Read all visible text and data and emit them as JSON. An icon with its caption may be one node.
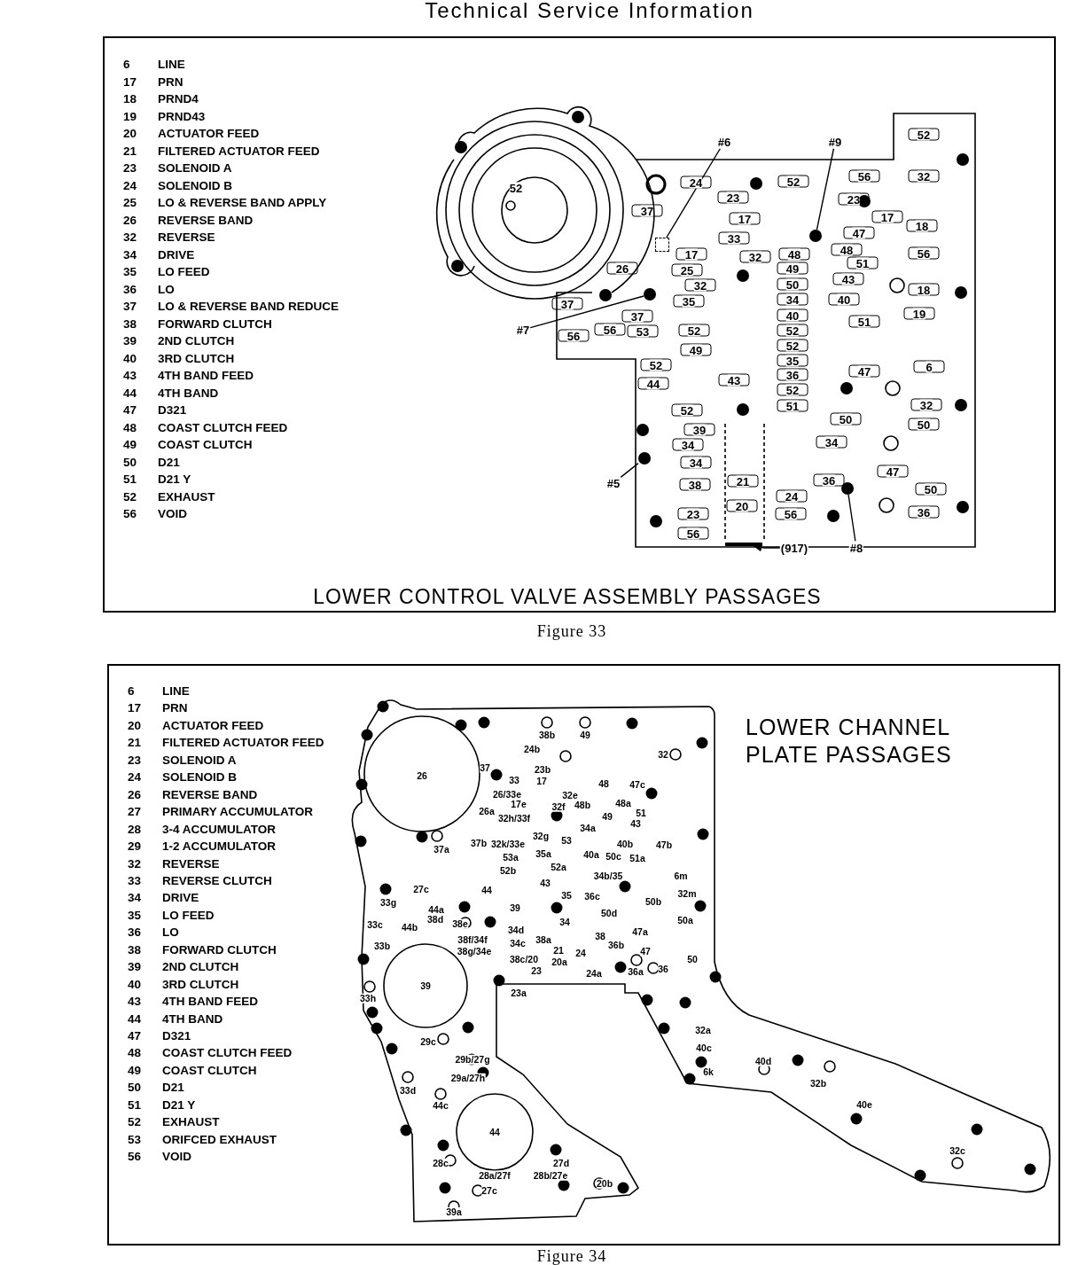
{
  "diagram": {
    "nodes": [
      {
        "text": [
          "#6"
        ]
      },
      {
        "text": [
          "#9"
        ]
      },
      {
        "text": [
          "#7"
        ]
      },
      {
        "text": [
          "#5"
        ]
      },
      {
        "text": [
          "(917)"
        ]
      },
      {
        "text": [
          "#8"
        ]
      },
      {
        "text": [],
        "shape": "box"
      },
      {
        "text": [],
        "shape": "circle"
      },
      {
        "text": [],
        "shape": "circle"
      },
      {
        "text": [],
        "shape": "circle"
      },
      {
        "text": [],
        "shape": "bar"
      },
      {
        "text": [],
        "shape": "circle"
      }
    ],
    "edges": [
      {
        "from": 0,
        "to": 6,
        "arrow": "none"
      },
      {
        "from": 1,
        "to": 7,
        "arrow": "none"
      },
      {
        "from": 2,
        "to": 8,
        "arrow": "none"
      },
      {
        "from": 3,
        "to": 9,
        "arrow": "none"
      },
      {
        "from": 4,
        "to": 10,
        "arrow": "to"
      },
      {
        "from": 5,
        "to": 11,
        "arrow": "none"
      }
    ],
    "labels": [
      "Technical Service Information",
      "6",
      "LINE",
      "17",
      "PRN",
      "18",
      "PRND4",
      "19",
      "PRND43",
      "20",
      "ACTUATOR FEED",
      "21",
      "FILTERED ACTUATOR FEED",
      "23",
      "SOLENOID A",
      "24",
      "SOLENOID B",
      "25",
      "LO & REVERSE BAND APPLY",
      "26",
      "REVERSE BAND",
      "32",
      "REVERSE",
      "34",
      "DRIVE",
      "35",
      "LO FEED",
      "36",
      "LO",
      "37",
      "LO & REVERSE BAND REDUCE",
      "38",
      "FORWARD CLUTCH",
      "39",
      "2ND CLUTCH",
      "40",
      "3RD CLUTCH",
      "43",
      "4TH BAND FEED",
      "44",
      "4TH BAND",
      "47",
      "D321",
      "48",
      "COAST CLUTCH FEED",
      "49",
      "COAST CLUTCH",
      "50",
      "D21",
      "51",
      "D21 Y",
      "52",
      "EXHAUST",
      "56",
      "VOID",
      "52",
      "24",
      "52",
      "56",
      "32",
      "52",
      "23",
      "23",
      "37",
      "17",
      "17",
      "18",
      "47",
      "33",
      "17",
      "48",
      "48",
      "56",
      "32",
      "51",
      "26",
      "25",
      "49",
      "43",
      "32",
      "50",
      "18",
      "37",
      "35",
      "34",
      "40",
      "37",
      "40",
      "19",
      "51",
      "56",
      "56",
      "53",
      "52",
      "52",
      "52",
      "49",
      "35",
      "52",
      "6",
      "47",
      "36",
      "43",
      "44",
      "52",
      "32",
      "52",
      "51",
      "50",
      "50",
      "39",
      "34",
      "34",
      "34",
      "47",
      "36",
      "38",
      "21",
      "50",
      "24",
      "20",
      "23",
      "56",
      "36",
      "56",
      "LOWER CONTROL VALVE ASSEMBLY PASSAGES",
      "Figure 33",
      "6",
      "LINE",
      "17",
      "PRN",
      "20",
      "ACTUATOR FEED",
      "21",
      "FILTERED ACTUATOR FEED",
      "23",
      "SOLENOID A",
      "24",
      "SOLENOID B",
      "26",
      "REVERSE BAND",
      "27",
      "PRIMARY ACCUMULATOR",
      "28",
      "3-4 ACCUMULATOR",
      "29",
      "1-2 ACCUMULATOR",
      "32",
      "REVERSE",
      "33",
      "REVERSE CLUTCH",
      "34",
      "DRIVE",
      "35",
      "LO FEED",
      "36",
      "LO",
      "38",
      "FORWARD CLUTCH",
      "39",
      "2ND CLUTCH",
      "40",
      "3RD CLUTCH",
      "43",
      "4TH BAND FEED",
      "44",
      "4TH BAND",
      "47",
      "D321",
      "48",
      "COAST CLUTCH FEED",
      "49",
      "COAST CLUTCH",
      "50",
      "D21",
      "51",
      "D21 Y",
      "52",
      "EXHAUST",
      "53",
      "ORIFCED EXHAUST",
      "56",
      "VOID",
      "LOWER CHANNEL PLATE PASSAGES",
      "38b",
      "49",
      "24b",
      "32",
      "37",
      "23b",
      "26",
      "33",
      "17",
      "26/33e",
      "17e",
      "32f",
      "32e",
      "48",
      "47c",
      "48b",
      "48a",
      "26a",
      "49",
      "51",
      "32h/33f",
      "43",
      "37a",
      "37b",
      "32k/33e",
      "32g",
      "34a",
      "53",
      "40b",
      "47b",
      "40a",
      "50c",
      "51a",
      "35a",
      "53a",
      "52a",
      "52b",
      "34b/35",
      "6m",
      "27c",
      "44",
      "43",
      "35",
      "36c",
      "33g",
      "44a",
      "39",
      "32m",
      "50b",
      "50d",
      "50a",
      "47a",
      "33c",
      "44b",
      "38d",
      "38e",
      "34d",
      "34",
      "33b",
      "38f/34f",
      "34c",
      "38a",
      "38",
      "36b",
      "38g/34e",
      "21",
      "24",
      "47",
      "38c/20",
      "20a",
      "50",
      "23",
      "24a",
      "36a",
      "36",
      "39",
      "23a",
      "33h",
      "29c",
      "29b/27g",
      "29a/27h",
      "33d",
      "44c",
      "44",
      "28c",
      "27d",
      "28a/27f",
      "28b/27e",
      "20b",
      "27c",
      "39a",
      "32a",
      "40c",
      "6k",
      "40d",
      "32b",
      "40e",
      "32c",
      "Figure 34"
    ]
  }
}
